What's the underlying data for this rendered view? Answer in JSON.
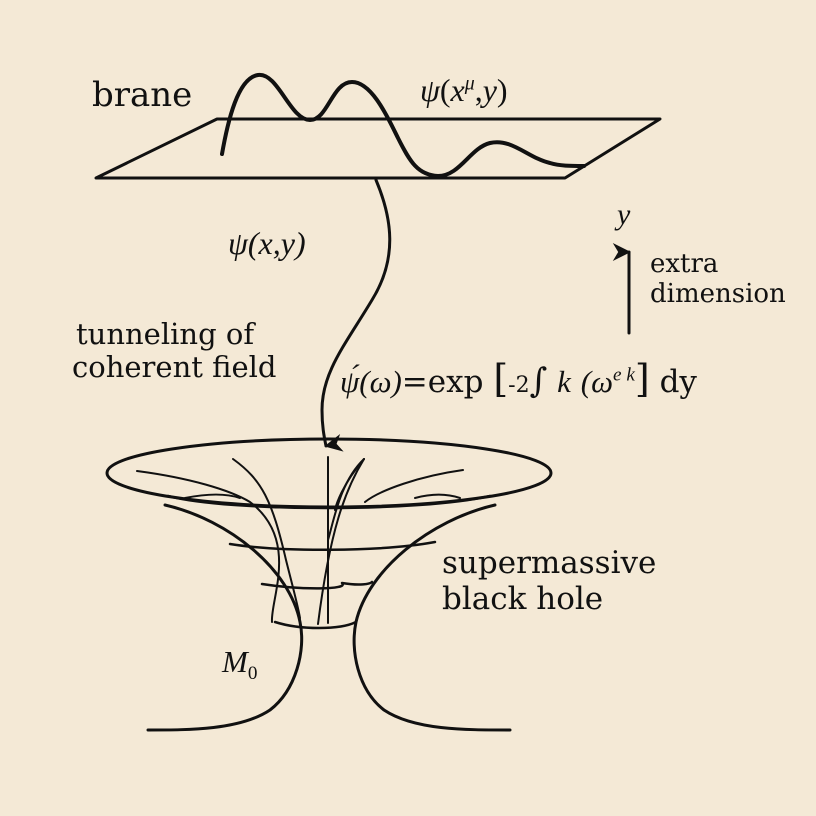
{
  "labels": {
    "brane": "brane",
    "field_on_brane": {
      "psi": "ψ",
      "open": "(",
      "x": "x",
      "mu": "μ",
      "sep": ",",
      "y": "y",
      "close": ")"
    },
    "field_tunnel": "ψ(x,y)",
    "tunneling": [
      "tunneling of",
      "coherent field"
    ],
    "equation": {
      "lhs": "ψ́(ω)",
      "eq": "=",
      "exp": "exp",
      "bracket_open": "[",
      "minus": "-2",
      "integral": "∫",
      "k": "k",
      "paren": "(ω",
      "sup": "e k",
      "bracket_close": "]",
      "dy": "dy"
    },
    "axis_y": "y",
    "extra_dimension": [
      "extra",
      "dimension"
    ],
    "black_hole": [
      "supermassive",
      "black hole"
    ],
    "mass": {
      "M": "M",
      "sub": "0"
    }
  },
  "colors": {
    "background": "#f4e9d6",
    "ink": "#111111"
  }
}
